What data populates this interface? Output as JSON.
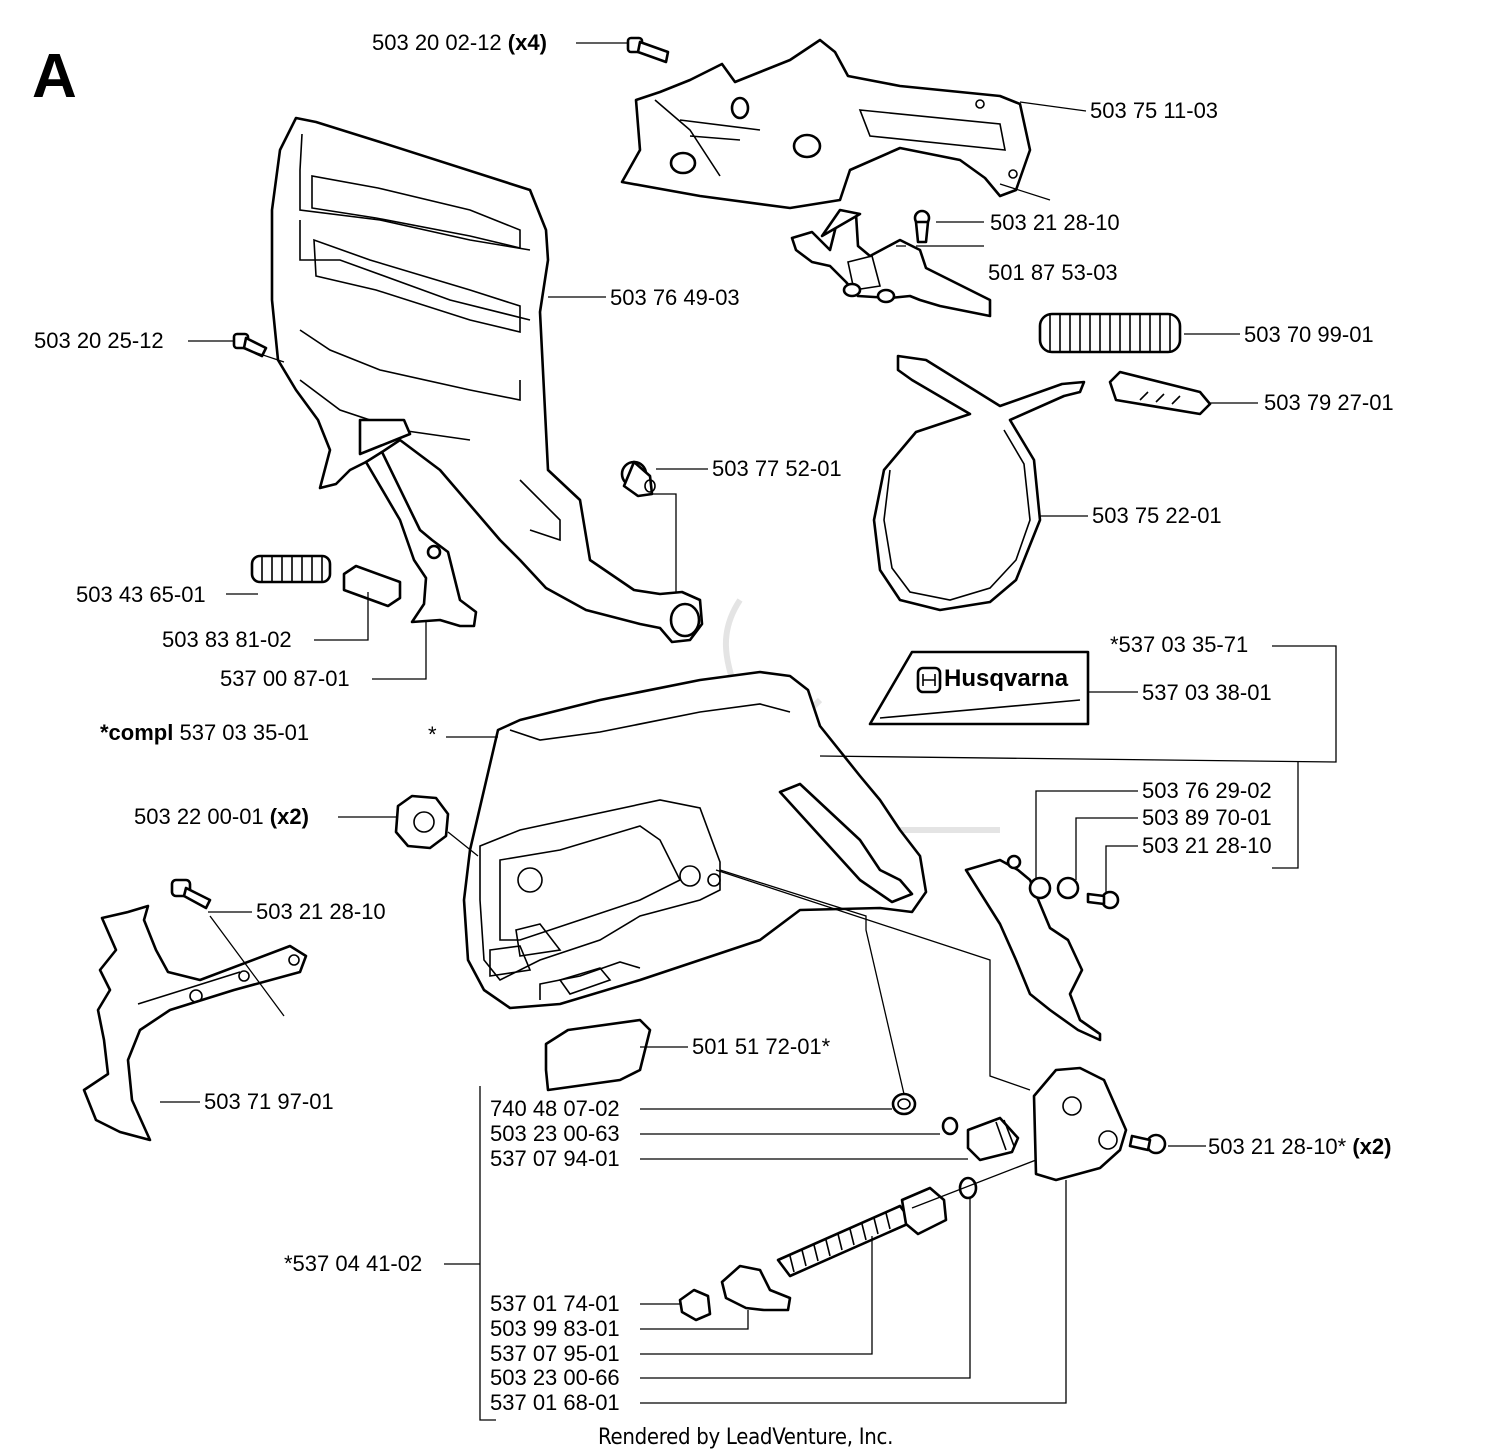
{
  "diagram": {
    "section_letter": "A",
    "brand_text": "Husqvarna",
    "footer": "Rendered by LeadVenture, Inc.",
    "labels": {
      "l01": {
        "num": "503 20 02-12",
        "qty": "(x4)"
      },
      "l02": {
        "num": "503 75 11-03"
      },
      "l03": {
        "num": "503 21 28-10"
      },
      "l04": {
        "num": "501 87 53-03"
      },
      "l05": {
        "num": "503 70 99-01"
      },
      "l06": {
        "num": "503 79 27-01"
      },
      "l07": {
        "num": "503 75 22-01"
      },
      "l08": {
        "num": "503 76 49-03"
      },
      "l09": {
        "num": "503 20 25-12"
      },
      "l10": {
        "num": "503 77 52-01"
      },
      "l11": {
        "num": "503 43 65-01"
      },
      "l12": {
        "num": "503 83 81-02"
      },
      "l13": {
        "num": "537 00 87-01"
      },
      "l14": {
        "prefix": "*compl",
        "num": "537 03 35-01"
      },
      "l15": {
        "num": "*"
      },
      "l16": {
        "num": "*537 03 35-71"
      },
      "l17": {
        "num": "537 03 38-01"
      },
      "l18": {
        "num": "503 22 00-01",
        "qty": "(x2)"
      },
      "l19": {
        "num": "503 76 29-02"
      },
      "l20": {
        "num": "503 89 70-01"
      },
      "l21": {
        "num": "503 21 28-10"
      },
      "l22": {
        "num": "503 21 28-10"
      },
      "l23": {
        "num": "501 51 72-01*"
      },
      "l24": {
        "num": "503 71 97-01"
      },
      "l25": {
        "num": "740 48 07-02"
      },
      "l26": {
        "num": "503 23 00-63"
      },
      "l27": {
        "num": "537 07 94-01"
      },
      "l28": {
        "num": "503 21 28-10*",
        "qty": "(x2)"
      },
      "l29": {
        "num": "*537 04 41-02"
      },
      "l30": {
        "num": "537 01 74-01"
      },
      "l31": {
        "num": "503 99 83-01"
      },
      "l32": {
        "num": "537 07 95-01"
      },
      "l33": {
        "num": "503 23 00-66"
      },
      "l34": {
        "num": "537 01 68-01"
      }
    }
  }
}
